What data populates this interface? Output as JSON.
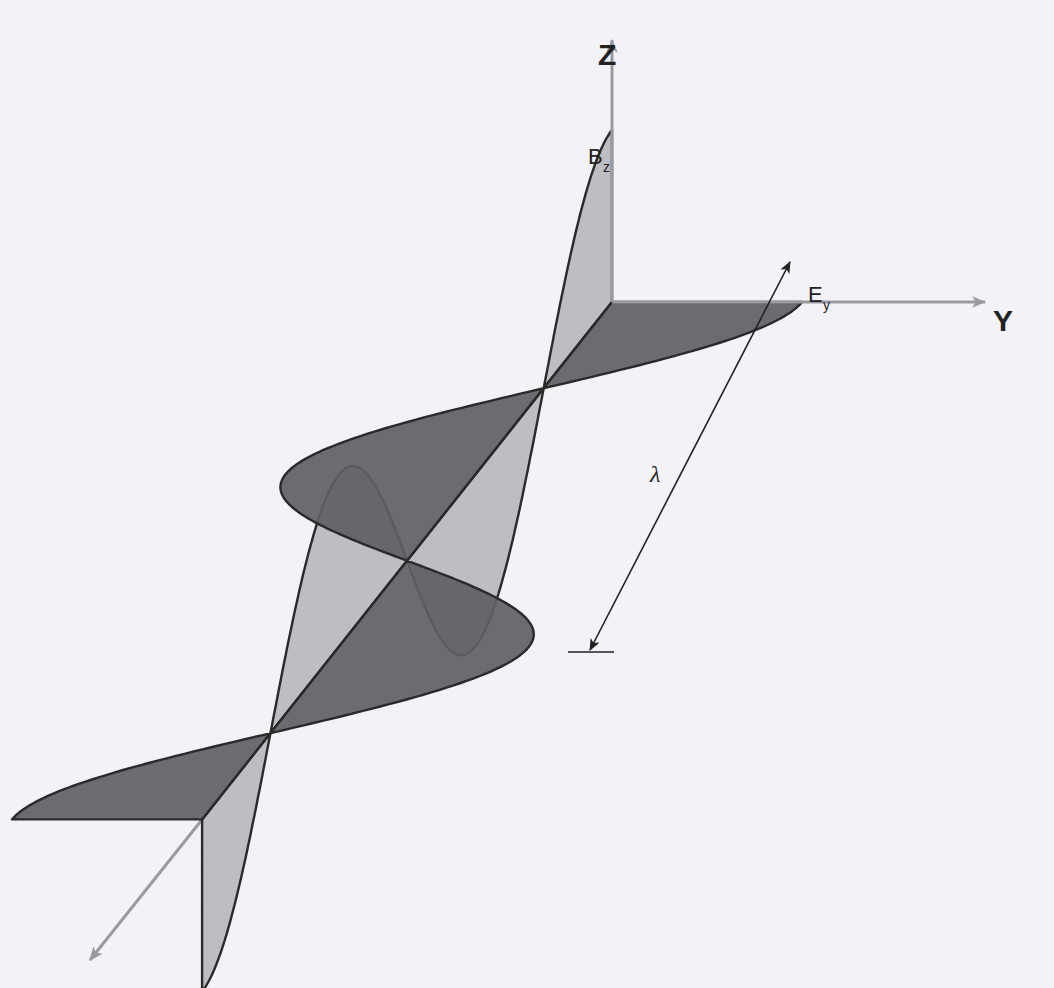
{
  "diagram": {
    "labels": [
      "Z",
      "Y",
      "B",
      "z",
      "E",
      "y",
      "λ"
    ]
  }
}
